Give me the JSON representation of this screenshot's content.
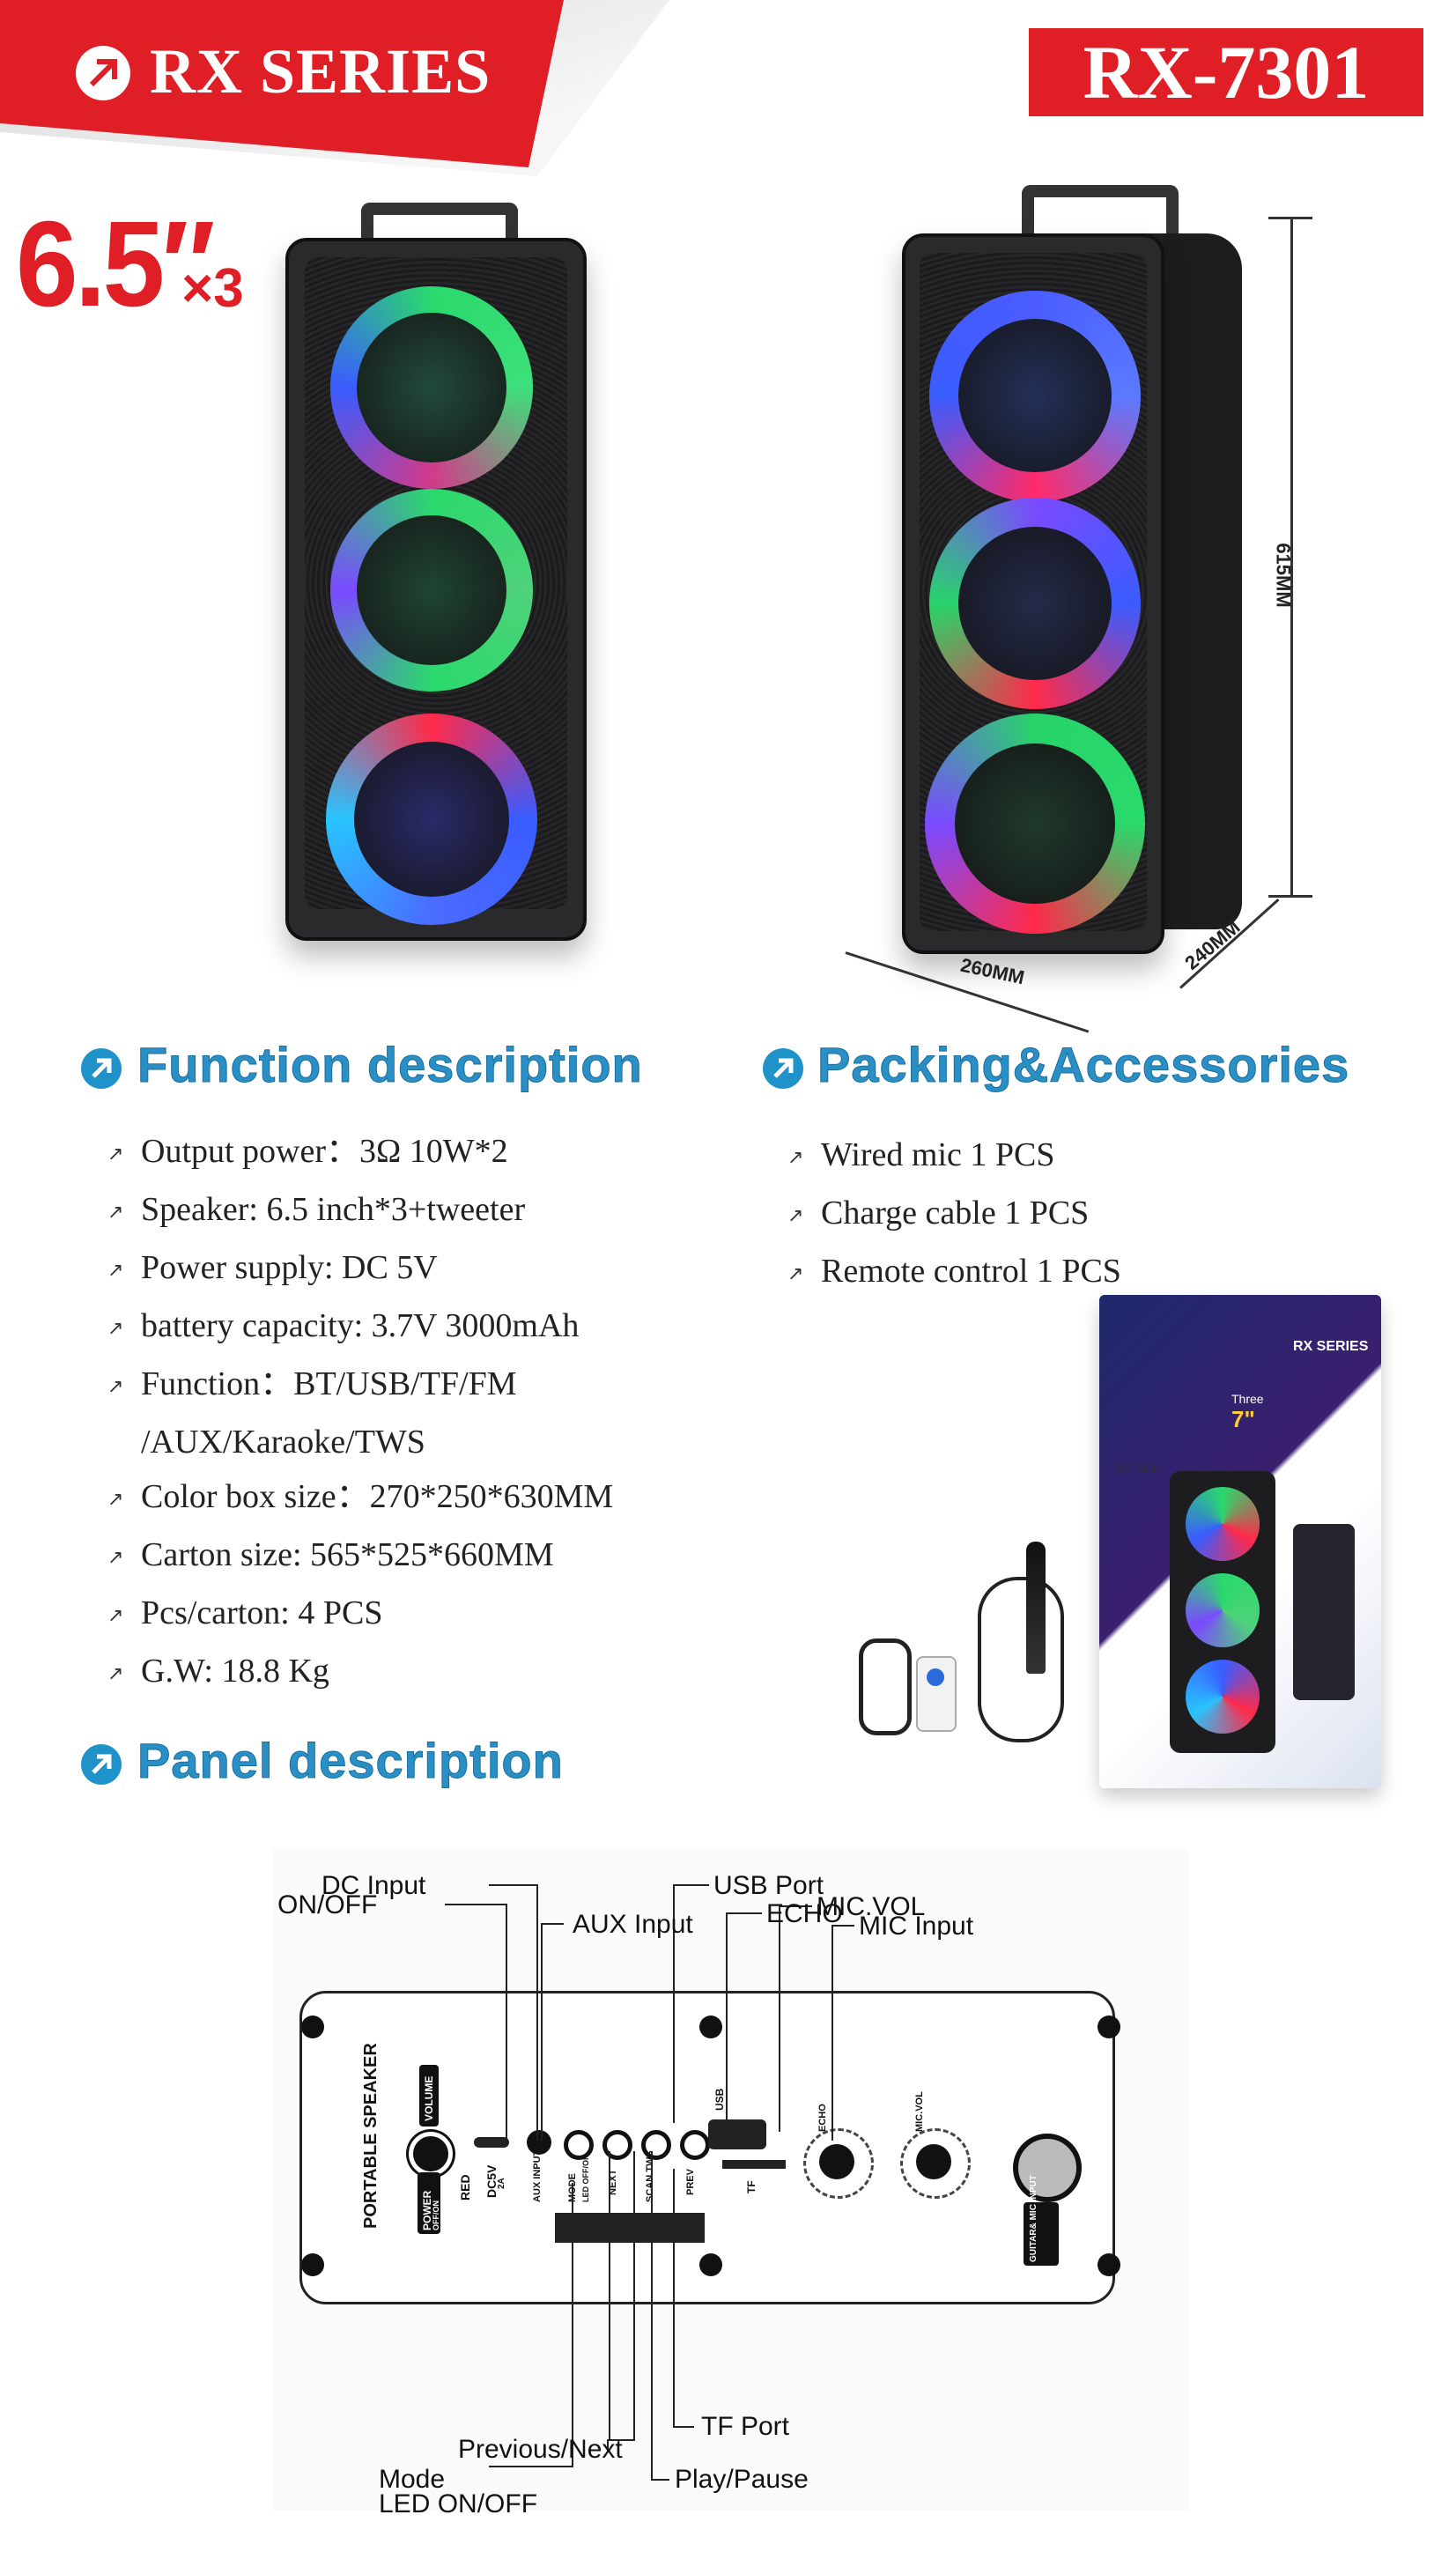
{
  "header": {
    "series": "RX SERIES",
    "model": "RX-7301",
    "size_value": "6.5″",
    "size_multiplier": "×3"
  },
  "dimensions": {
    "height": "615MM",
    "width": "260MM",
    "depth": "240MM"
  },
  "function_section": {
    "title": "Function description",
    "items": [
      "Output power：3Ω  10W*2",
      "Speaker: 6.5 inch*3+tweeter",
      "Power supply: DC 5V",
      "battery capacity: 3.7V 3000mAh",
      "Function：BT/USB/TF/FM",
      "/AUX/Karaoke/TWS",
      "Color box size：270*250*630MM",
      "Carton size: 565*525*660MM",
      "Pcs/carton:   4 PCS",
      "G.W:   18.8 Kg"
    ]
  },
  "packing_section": {
    "title": "Packing&Accessories",
    "items": [
      "Wired mic 1 PCS",
      "Charge cable 1 PCS",
      "Remote control 1 PCS"
    ]
  },
  "box_art": {
    "brand": "RX SERIES",
    "model": "RX-7301",
    "tag": "Three",
    "tag_size": "7\""
  },
  "panel_section": {
    "title": "Panel description",
    "callouts": {
      "dc_input": "DC Input",
      "on_off": "ON/OFF",
      "aux_input": "AUX Input",
      "usb_port": "USB Port",
      "echo": "ECHO",
      "mic_vol": "MIC.VOL",
      "mic_input": "MIC Input",
      "tf_port": "TF Port",
      "prev_next": "Previous/Next",
      "mode": "Mode",
      "led": "LED ON/OFF",
      "play_pause": "Play/Pause"
    },
    "panel_labels": {
      "portable": "PORTABLE SPEAKER",
      "volume": "VOLUME",
      "power": "POWER",
      "power_sub": "OFF/ON",
      "red": "RED",
      "dc": "DC5V",
      "dc_sub": "2A",
      "aux": "AUX INPUT",
      "mode": "MODE",
      "led": "LED OFF/ON",
      "next": "NEXT",
      "scan": "SCAN TWS",
      "prev": "PREV",
      "usb": "USB",
      "tf": "TF",
      "echo": "ECHO",
      "micvol": "MIC.VOL",
      "guitar": "GUITAR& MIC INPUT"
    }
  },
  "colors": {
    "brand_red": "#e01e26",
    "heading_blue": "#2a8fc5",
    "ring_green": "#28d46a",
    "ring_blue": "#4a5cff",
    "ring_red": "#ff2a4a"
  }
}
